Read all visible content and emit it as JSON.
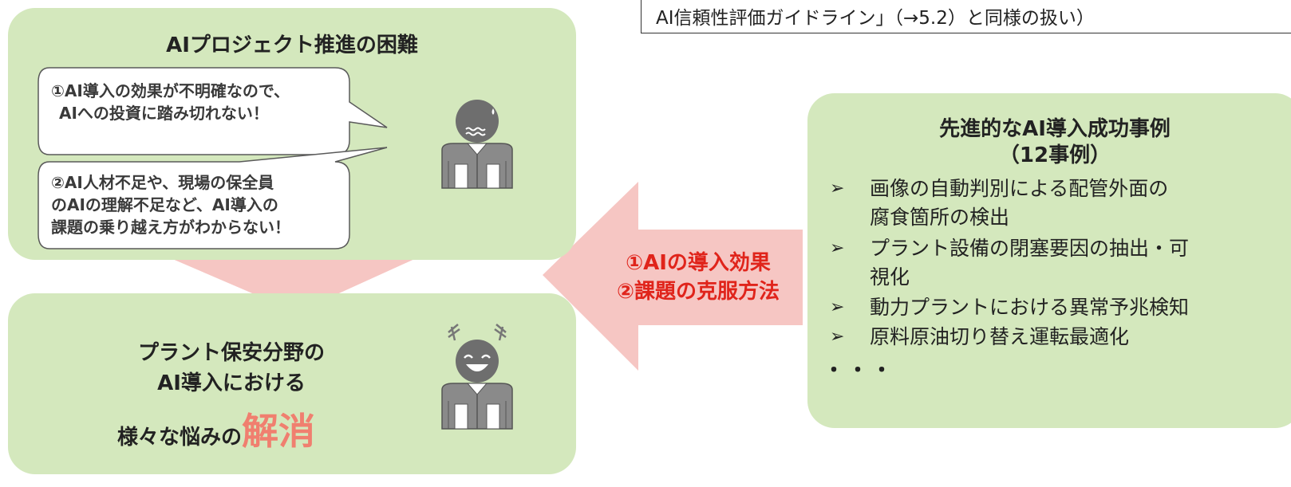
{
  "top_note": {
    "text": "AI信頼性評価ガイドライン」（→5.2）と同様の扱い）"
  },
  "difficulty_box": {
    "title": "AIプロジェクト推進の困難",
    "bubble1": {
      "line1": "①AI導入の効果が不明確なので、",
      "line2": "AIへの投資に踏み切れない！"
    },
    "bubble2": {
      "line1": "②AI人材不足や、現場の保全員",
      "line2": "のAIの理解不足など、AI導入の",
      "line3": "課題の乗り越え方がわからない！"
    }
  },
  "resolution_box": {
    "line1": "プラント保安分野の",
    "line2": "AI導入における",
    "line3_prefix": "様々な悩みの",
    "line3_emphasis": "解消"
  },
  "arrow": {
    "line1": "①AIの導入効果",
    "line2": "②課題の克服方法"
  },
  "cases_box": {
    "title_line1": "先進的なAI導入成功事例",
    "title_line2": "（12事例）",
    "bullet_mark": "➢",
    "items": [
      {
        "line1": "画像の自動判別による配管外面の",
        "line2": "腐食箇所の検出"
      },
      {
        "line1": "プラント設備の閉塞要因の抽出・可",
        "line2": "視化"
      },
      {
        "line1": "動力プラントにおける異常予兆検知"
      },
      {
        "line1": "原料原油切り替え運転最適化"
      }
    ],
    "ellipsis": "・・・"
  },
  "colors": {
    "box_green": "#d4e8bd",
    "arrow_pink": "#f6c6c3",
    "arrow_text_red": "#e0241b",
    "emphasis_salmon": "#f07f6f",
    "person_gray": "#7a7a7a"
  },
  "icons": {
    "worried_person": "worried-worker-icon",
    "happy_person": "happy-worker-icon"
  }
}
